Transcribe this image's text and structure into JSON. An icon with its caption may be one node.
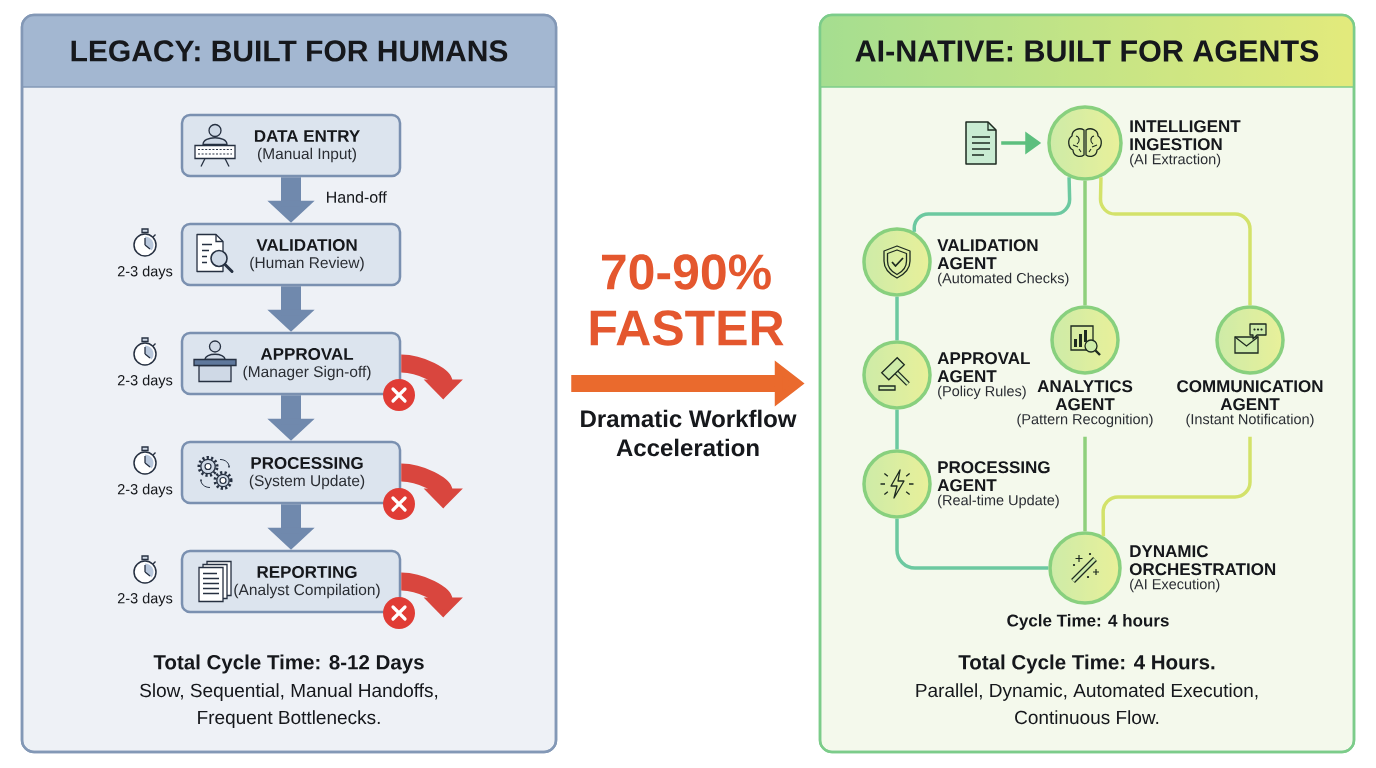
{
  "diagram": {
    "nodes": [
      {
        "text": [
          "LEGACY: BUILT FOR HUMANS",
          "Total Cycle Time: 8-12 Days",
          "Slow, Sequential, Manual Handoffs, Frequent Bottlenecks."
        ]
      },
      {
        "text": [
          "DATA ENTRY",
          "(Manual Input)"
        ],
        "in": 0
      },
      {
        "text": [
          "VALIDATION",
          "(Human Review)"
        ],
        "in": 0,
        "beside": [
          "2-3 days"
        ]
      },
      {
        "text": [
          "APPROVAL",
          "(Manager Sign-off)"
        ],
        "in": 0,
        "beside": [
          "2-3 days"
        ]
      },
      {
        "text": [
          "PROCESSING",
          "(System Update)"
        ],
        "in": 0,
        "beside": [
          "2-3 days"
        ]
      },
      {
        "text": [
          "REPORTING",
          "(Analyst Compilation)"
        ],
        "in": 0,
        "beside": [
          "2-3 days"
        ]
      },
      {
        "text": [
          "AI-NATIVE: BUILT FOR AGENTS",
          "Total Cycle Time: 4 Hours.",
          "Parallel, Dynamic, Automated Execution, Continuous Flow."
        ]
      },
      {
        "text": [],
        "shape": "document",
        "in": 6
      },
      {
        "text": [
          "INTELLIGENT INGESTION",
          "(AI Extraction)"
        ],
        "in": 6
      },
      {
        "text": [
          "VALIDATION AGENT",
          "(Automated Checks)"
        ],
        "in": 6
      },
      {
        "text": [
          "APPROVAL AGENT",
          "(Policy Rules)"
        ],
        "in": 6
      },
      {
        "text": [
          "PROCESSING AGENT",
          "(Real-time Update)"
        ],
        "in": 6
      },
      {
        "text": [
          "ANALYTICS AGENT",
          "(Pattern Recognition)"
        ],
        "in": 6
      },
      {
        "text": [
          "COMMUNICATION AGENT",
          "(Instant Notification)"
        ],
        "in": 6
      },
      {
        "text": [
          "DYNAMIC ORCHESTRATION",
          "(AI Execution)"
        ],
        "in": 6,
        "beside": [
          "Cycle Time: 4 hours"
        ]
      }
    ],
    "edges": [
      {
        "from": 1,
        "to": 2,
        "arrow": "to",
        "label": "Hand-off",
        "style": "thick"
      },
      {
        "from": 2,
        "to": 3,
        "arrow": "to",
        "style": "thick"
      },
      {
        "from": 3,
        "to": 4,
        "arrow": "to",
        "style": "thick"
      },
      {
        "from": 4,
        "to": 5,
        "arrow": "to",
        "style": "thick"
      },
      {
        "from": 3,
        "to": null,
        "arrow": "to",
        "style": "thick",
        "color": "#d9463e"
      },
      {
        "from": 4,
        "to": null,
        "arrow": "to",
        "style": "thick",
        "color": "#d9463e"
      },
      {
        "from": 5,
        "to": null,
        "arrow": "to",
        "style": "thick",
        "color": "#d9463e"
      },
      {
        "from": 0,
        "to": 6,
        "arrow": "to",
        "label": "70-90% FASTER",
        "style": "thick",
        "color": "#ea6a2d"
      },
      {
        "from": 7,
        "to": 8,
        "arrow": "to",
        "color": "#5cbf7e"
      },
      {
        "from": 8,
        "to": 9,
        "arrow": "none",
        "color": "#6cc9a0"
      },
      {
        "from": 8,
        "to": 12,
        "arrow": "none",
        "color": "#8fd07c"
      },
      {
        "from": 8,
        "to": 13,
        "arrow": "none",
        "color": "#d3e26a"
      },
      {
        "from": 9,
        "to": 10,
        "arrow": "none",
        "color": "#6cc9a0"
      },
      {
        "from": 10,
        "to": 11,
        "arrow": "none",
        "color": "#6cc9a0"
      },
      {
        "from": 11,
        "to": 14,
        "arrow": "none",
        "color": "#6cc9a0"
      },
      {
        "from": 12,
        "to": 14,
        "arrow": "none",
        "color": "#8fd07c"
      },
      {
        "from": 13,
        "to": 14,
        "arrow": "none",
        "color": "#d3e26a"
      }
    ],
    "labels": [
      "Dramatic Workflow Acceleration"
    ]
  }
}
